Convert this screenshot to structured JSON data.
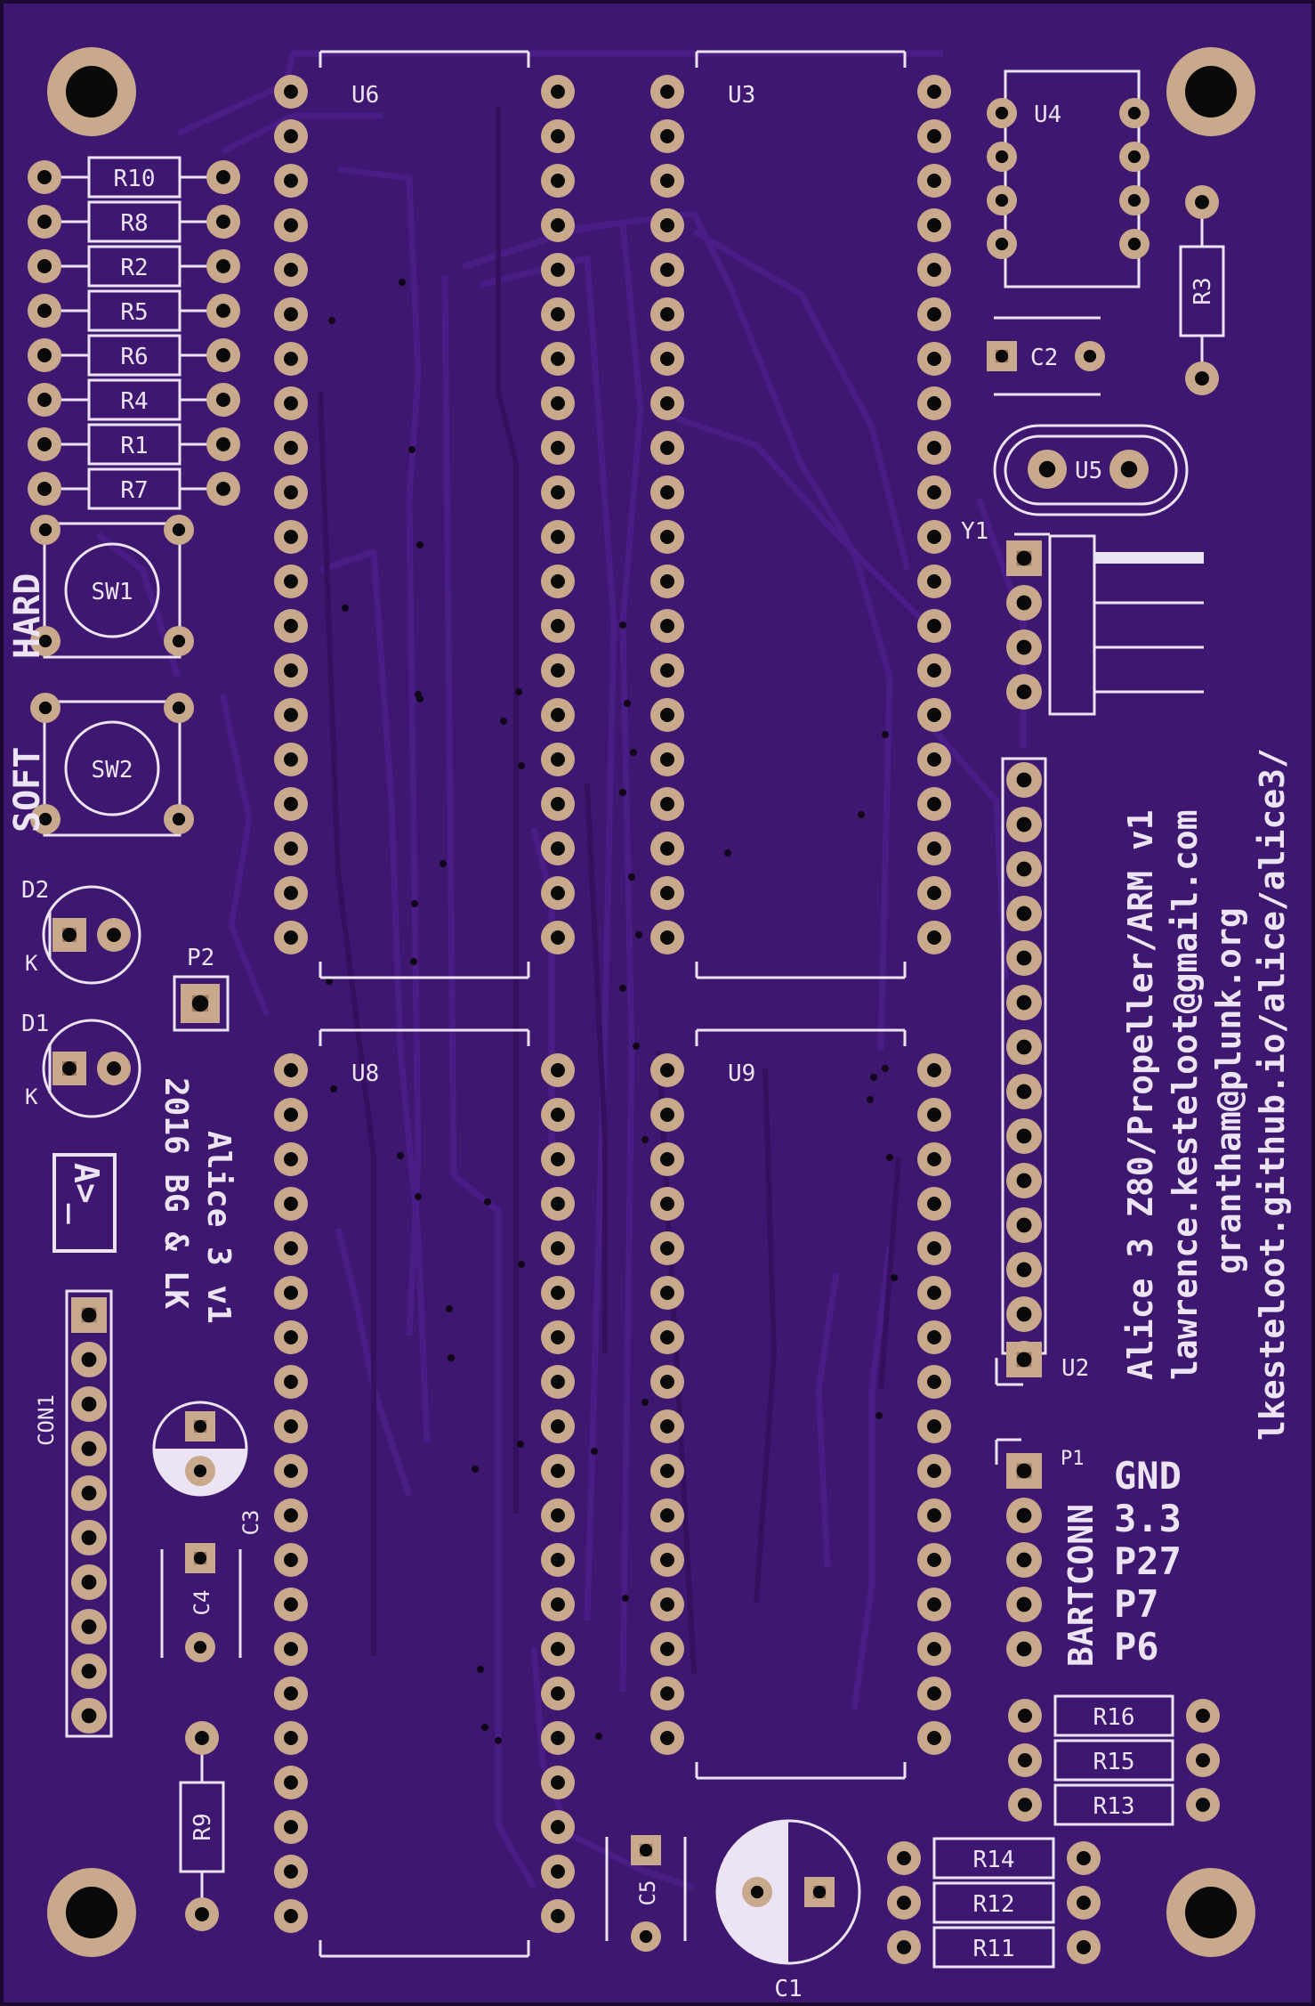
{
  "board": {
    "colors": {
      "substrate": "#3e1770",
      "trace": "#4a1c85",
      "trace_dark": "#35105f",
      "silk": "#ece4f4",
      "pad": "#c9a98c",
      "pad_dark": "#9c7b62",
      "drill": "#0a0a0a",
      "via": "#100818"
    },
    "chips": {
      "u6": "U6",
      "u3": "U3",
      "u8": "U8",
      "u9": "U9",
      "u4": "U4",
      "u5": "U5",
      "u2": "U2",
      "con1": "CON1",
      "y1": "Y1"
    },
    "resistors_left": [
      "R10",
      "R8",
      "R2",
      "R5",
      "R6",
      "R4",
      "R1",
      "R7"
    ],
    "resistors_right_top": [
      "R16",
      "R15",
      "R13"
    ],
    "resistors_right_bottom": [
      "R14",
      "R12",
      "R11"
    ],
    "resistor_r3": "R3",
    "resistor_r9": "R9",
    "caps": {
      "c1": "C1",
      "c2": "C2",
      "c3": "C3",
      "c4": "C4",
      "c5": "C5"
    },
    "switches": {
      "sw1": "SW1",
      "sw2": "SW2",
      "hard": "HARD",
      "soft": "SOFT"
    },
    "leds": {
      "d1": "D1",
      "d2": "D2",
      "k": "K"
    },
    "p1": "P1",
    "p2": "P2",
    "bartconn": "BARTCONN",
    "bart_signals": [
      "GND",
      "3.3",
      "P27",
      "P7",
      "P6"
    ],
    "logo_text": "A>_",
    "credit": [
      "Alice 3 v1",
      "2016 BG & LK"
    ],
    "info": [
      "Alice 3 Z80/Propeller/ARM v1",
      "lawrence.kesteloot@gmail.com",
      "grantham@plunk.org",
      "lkesteloot.github.io/alice/alice3/"
    ]
  }
}
